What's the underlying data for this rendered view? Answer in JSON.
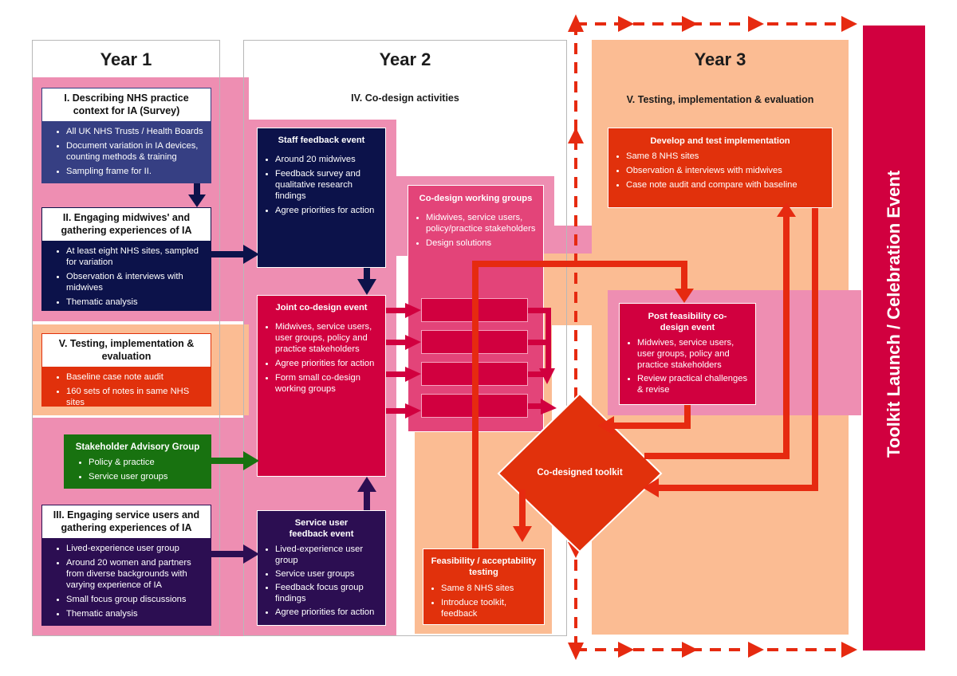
{
  "years": {
    "y1": "Year 1",
    "y2": "Year 2",
    "y3": "Year 3"
  },
  "sections": {
    "codesign": "IV.  Co-design activities",
    "testing": "V.  Testing, implementation & evaluation"
  },
  "box_survey": {
    "title": "I.  Describing NHS practice context for IA (Survey)",
    "items": [
      "All UK NHS Trusts / Health Boards",
      "Document variation in IA devices, counting methods & training",
      "Sampling frame for II."
    ]
  },
  "box_midwives": {
    "title": "II.  Engaging midwives' and gathering experiences of IA",
    "items": [
      "At least eight NHS sites, sampled for variation",
      "Observation & interviews with midwives",
      "Thematic analysis"
    ]
  },
  "box_testing_y1": {
    "title": "V.  Testing, implementation & evaluation",
    "items": [
      "Baseline case note audit",
      "160 sets of notes in same NHS sites"
    ]
  },
  "box_advisory": {
    "title": "Stakeholder Advisory Group",
    "items": [
      "Policy & practice",
      "Service user groups"
    ]
  },
  "box_service_users": {
    "title": "III.  Engaging service users and gathering experiences of IA",
    "items": [
      "Lived-experience user group",
      "Around 20 women and partners from diverse backgrounds with varying experience of IA",
      "Small focus group discussions",
      "Thematic analysis"
    ]
  },
  "box_staff_feedback": {
    "title": "Staff feedback event",
    "items": [
      "Around 20 midwives",
      "Feedback survey and qualitative research findings",
      "Agree priorities for action"
    ]
  },
  "box_joint": {
    "title": "Joint co-design event",
    "items": [
      "Midwives, service users, user groups, policy and practice stakeholders",
      "Agree priorities for action",
      "Form small co-design working groups"
    ]
  },
  "box_su_feedback": {
    "title": "Service user feedback event",
    "items": [
      "Lived-experience user group",
      "Service user groups",
      "Feedback focus group findings",
      "Agree priorities for action"
    ]
  },
  "box_working_groups": {
    "title": "Co-design working groups",
    "items": [
      "Midwives, service users, policy/practice stakeholders",
      "Design solutions"
    ]
  },
  "box_feasibility": {
    "title": "Feasibility / acceptability testing",
    "items": [
      "Same 8 NHS sites",
      "Introduce toolkit, feedback"
    ]
  },
  "box_develop": {
    "title": "Develop and test implementation",
    "items": [
      "Same 8 NHS sites",
      "Observation & interviews with midwives",
      "Case note audit and compare with baseline"
    ]
  },
  "box_post": {
    "title": "Post feasibility co-design event",
    "items": [
      "Midwives, service users, user groups, policy and practice stakeholders",
      "Review practical challenges & revise"
    ]
  },
  "toolkit": "Co-designed toolkit",
  "launch": "Toolkit Launch / Celebration Event",
  "colors": {
    "pink_band": "#ee8eb2",
    "peach_band": "#fbbc93",
    "navy": "#0c124a",
    "crimson": "#d1003f",
    "orangered": "#e1310c",
    "green": "#187210",
    "dashed_red": "#e62a10"
  }
}
